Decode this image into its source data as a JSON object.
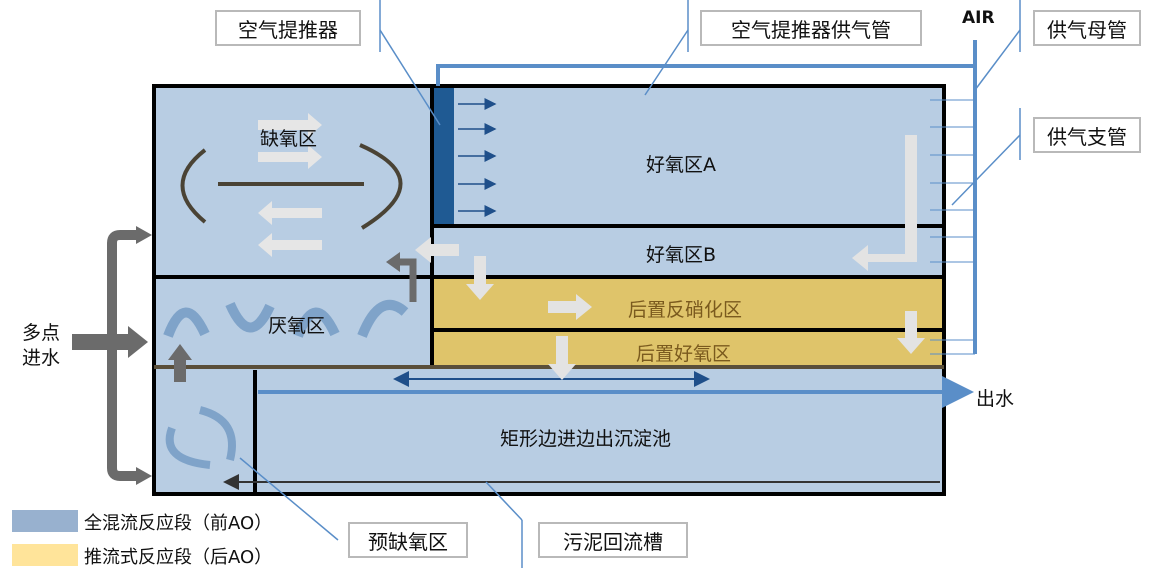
{
  "callouts": {
    "air_lifter": "空气提推器",
    "air_lifter_pipe": "空气提推器供气管",
    "air_main_pipe": "供气母管",
    "air_branch_pipe": "供气支管",
    "pre_anoxic": "预缺氧区",
    "sludge_return": "污泥回流槽"
  },
  "labels": {
    "air": "AIR",
    "anoxic": "缺氧区",
    "aerobic_a": "好氧区A",
    "aerobic_b": "好氧区B",
    "anaerobic": "厌氧区",
    "post_denitrification": "后置反硝化区",
    "post_aerobic": "后置好氧区",
    "clarifier": "矩形边进边出沉淀池",
    "inflow_line1": "多点",
    "inflow_line2": "进水",
    "outflow": "出水"
  },
  "legend": [
    {
      "text": "全混流反应段（前AO）",
      "color": "#98b1cf"
    },
    {
      "text": "推流式反应段（后AO）",
      "color": "#ffe49a"
    }
  ],
  "colors": {
    "zone_blue": "#b8cde3",
    "zone_gold": "#dfc46a",
    "pipe_blue": "#5a8ec8",
    "lifter_blue": "#1f5a93"
  }
}
